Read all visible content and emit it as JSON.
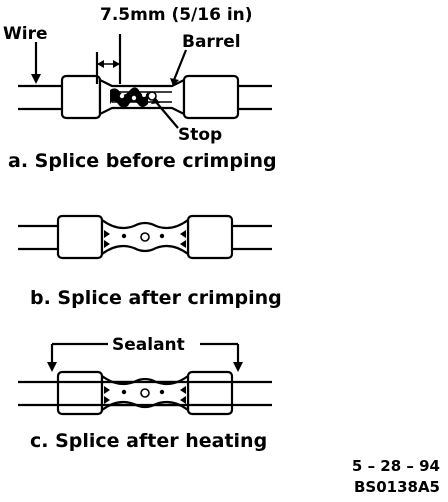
{
  "diagram": {
    "panel_a": {
      "caption": "a.  Splice before crimping",
      "label_wire": "Wire",
      "label_dimension": "7.5mm (5/16 in)",
      "label_barrel": "Barrel",
      "label_stop": "Stop"
    },
    "panel_b": {
      "caption": "b.  Splice after crimping"
    },
    "panel_c": {
      "caption": "c.  Splice after heating",
      "label_sealant": "Sealant"
    },
    "footer": {
      "date_code": "5 – 28 – 94",
      "figure_id": "BS0138A5"
    }
  }
}
